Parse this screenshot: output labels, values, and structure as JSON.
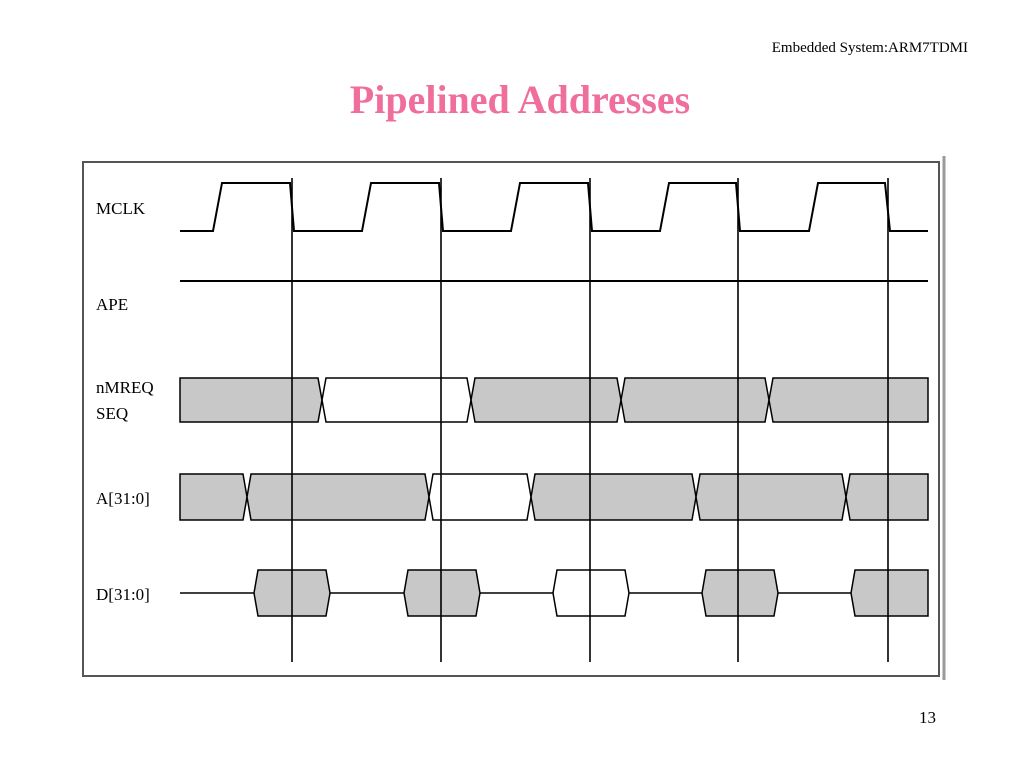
{
  "slide": {
    "header": "Embedded System:ARM7TDMI",
    "title": "Pipelined Addresses",
    "page_number": "13"
  },
  "diagram": {
    "signals": [
      {
        "id": "mclk",
        "label_lines": [
          "MCLK"
        ]
      },
      {
        "id": "ape",
        "label_lines": [
          "APE"
        ]
      },
      {
        "id": "nmreq",
        "label_lines": [
          "nMREQ",
          "SEQ"
        ]
      },
      {
        "id": "addr",
        "label_lines": [
          "A[31:0]"
        ]
      },
      {
        "id": "data",
        "label_lines": [
          "D[31:0]"
        ]
      }
    ],
    "colors": {
      "bus_fill": "#c8c8c8",
      "bus_empty": "#ffffff",
      "line": "#000000",
      "title_pink": "#ef6e9c"
    }
  }
}
